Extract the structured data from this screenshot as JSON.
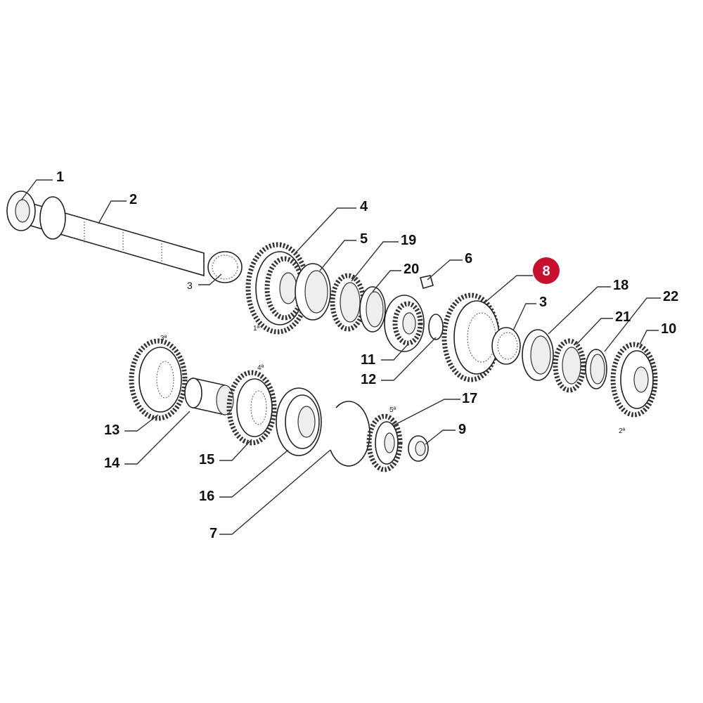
{
  "diagram": {
    "callouts": [
      {
        "id": "c1",
        "text": "1"
      },
      {
        "id": "c2",
        "text": "2"
      },
      {
        "id": "c3a",
        "text": "3"
      },
      {
        "id": "c4",
        "text": "4"
      },
      {
        "id": "c5",
        "text": "5"
      },
      {
        "id": "c19",
        "text": "19"
      },
      {
        "id": "c20",
        "text": "20"
      },
      {
        "id": "c6",
        "text": "6"
      },
      {
        "id": "c8",
        "text": "8"
      },
      {
        "id": "c18",
        "text": "18"
      },
      {
        "id": "c3b",
        "text": "3"
      },
      {
        "id": "c21",
        "text": "21"
      },
      {
        "id": "c22",
        "text": "22"
      },
      {
        "id": "c10",
        "text": "10"
      },
      {
        "id": "c11",
        "text": "11"
      },
      {
        "id": "c12",
        "text": "12"
      },
      {
        "id": "c13",
        "text": "13"
      },
      {
        "id": "c14",
        "text": "14"
      },
      {
        "id": "c15",
        "text": "15"
      },
      {
        "id": "c17",
        "text": "17"
      },
      {
        "id": "c9",
        "text": "9"
      },
      {
        "id": "c16",
        "text": "16"
      },
      {
        "id": "c7",
        "text": "7"
      }
    ],
    "gear_marks": {
      "first": "1ª",
      "second": "2ª",
      "third": "3ª",
      "fourth": "4ª",
      "fifth": "5ª"
    },
    "highlight_color": "#c8102e"
  }
}
